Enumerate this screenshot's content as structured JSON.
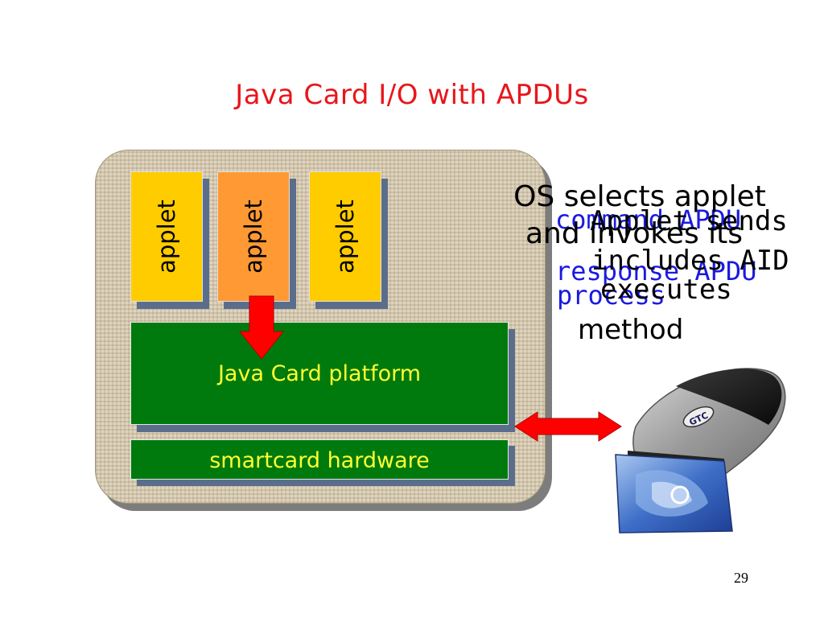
{
  "title": "Java Card I/O with APDUs",
  "card": {
    "applets": [
      {
        "label": "applet",
        "color": "#ffcc00"
      },
      {
        "label": "applet",
        "color": "#ff9933"
      },
      {
        "label": "applet",
        "color": "#ffcc00"
      }
    ],
    "platform_label": "Java Card platform",
    "hardware_label": "smartcard hardware",
    "block_color": "#007a0c",
    "block_text_color": "#ffff33"
  },
  "animation_text": {
    "os_selects_line1": "OS selects applet",
    "os_selects_line2": "and invokes its",
    "applet_sends": "Applet sends",
    "command_apdu": "command APDU",
    "includes_aid": "includes AID",
    "response_apdu": "response APDU",
    "process": "process",
    "executes": "executes",
    "method": "method"
  },
  "reader": {
    "logo_text": "GTC"
  },
  "slide_number": "29",
  "colors": {
    "title": "#e8161b",
    "arrow": "#ff0000",
    "apdu_text": "#1a1ae0"
  }
}
